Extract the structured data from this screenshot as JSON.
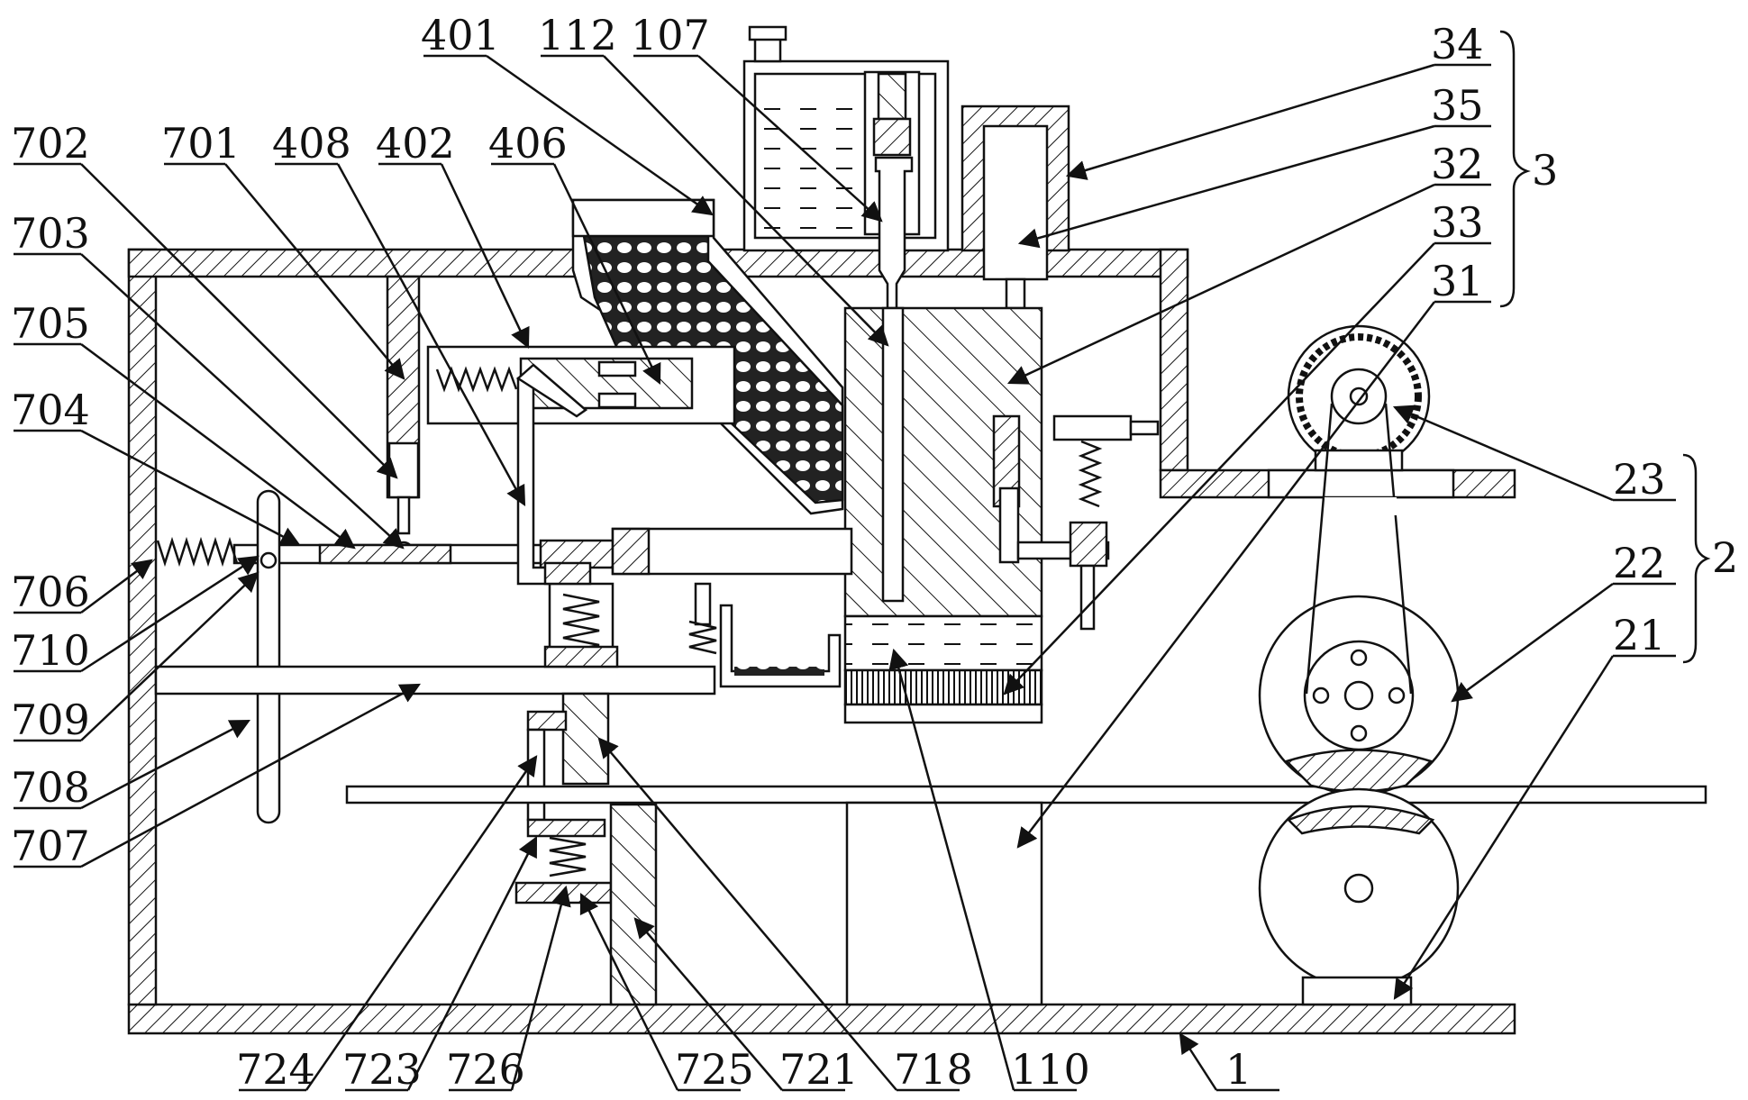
{
  "labels": {
    "l401": "401",
    "l112": "112",
    "l107": "107",
    "l34": "34",
    "l35": "35",
    "l3": "3",
    "l32": "32",
    "l33": "33",
    "l31": "31",
    "l702": "702",
    "l701": "701",
    "l408": "408",
    "l402": "402",
    "l406": "406",
    "l703": "703",
    "l705": "705",
    "l704": "704",
    "l706": "706",
    "l710": "710",
    "l709": "709",
    "l708": "708",
    "l707": "707",
    "l23": "23",
    "l2": "2",
    "l22": "22",
    "l21": "21",
    "l724": "724",
    "l723": "723",
    "l726": "726",
    "l725": "725",
    "l721": "721",
    "l718": "718",
    "l110": "110",
    "l1": "1"
  },
  "colors": {
    "line": "#111111",
    "background": "#ffffff"
  }
}
